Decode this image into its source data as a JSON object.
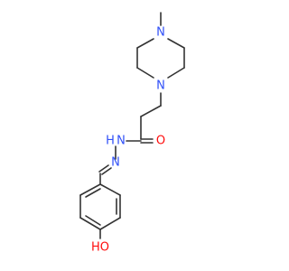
{
  "molecule": {
    "atom_labels": {
      "n_methyl": "N",
      "n_piperazine": "N",
      "n_amide": "N",
      "h_amide": "H",
      "n_imine": "N",
      "o_carbonyl": "O",
      "o_hydroxyl": "HO"
    }
  },
  "colors": {
    "bond": "#333333",
    "nitrogen": "#3050F8",
    "oxygen": "#FF0D0D",
    "background": "#ffffff"
  }
}
